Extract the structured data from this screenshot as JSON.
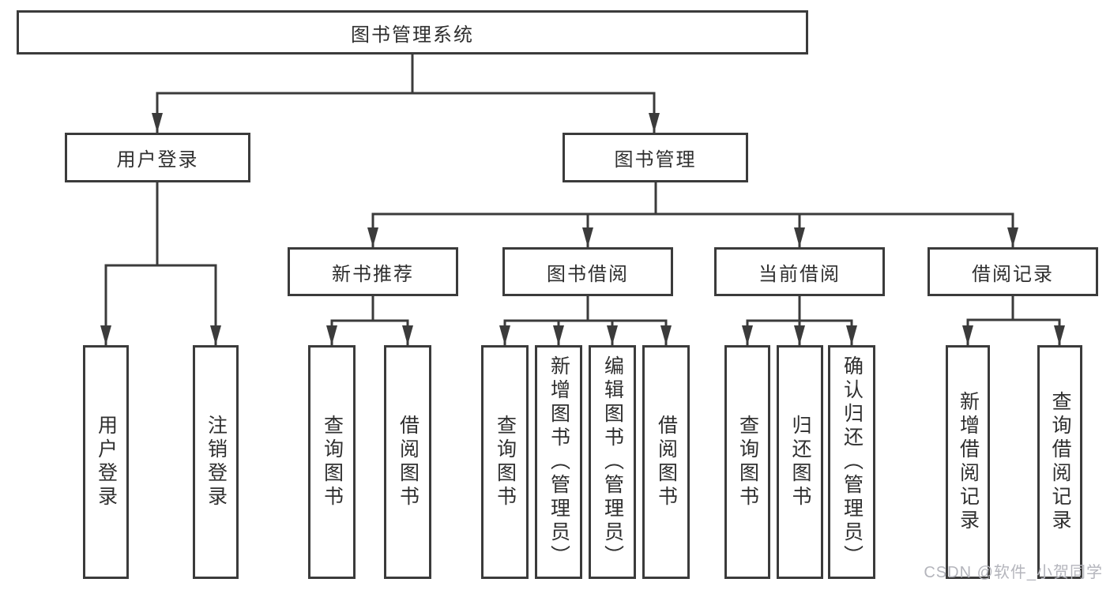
{
  "title": "图书管理系统",
  "level2": {
    "user_login": "用户登录",
    "book_management": "图书管理"
  },
  "level3": {
    "new_book": "新书推荐",
    "book_borrow": "图书借阅",
    "current_borrow": "当前借阅",
    "borrow_records": "借阅记录"
  },
  "leaves": {
    "user_login": [
      "用户登录",
      "注销登录"
    ],
    "new_book": [
      "查询图书",
      "借阅图书"
    ],
    "book_borrow": [
      "查询图书",
      "新增图书（管理员）",
      "编辑图书（管理员）",
      "借阅图书"
    ],
    "current_borrow": [
      "查询图书",
      "归还图书",
      "确认归还（管理员）"
    ],
    "borrow_records": [
      "新增借阅记录",
      "查询借阅记录"
    ]
  },
  "watermark": "CSDN @软件_小贺同学",
  "colors": {
    "line": "#3b3b3b",
    "text": "#2f2f2f",
    "background": "#ffffff",
    "watermark": "#b4b5bc"
  }
}
